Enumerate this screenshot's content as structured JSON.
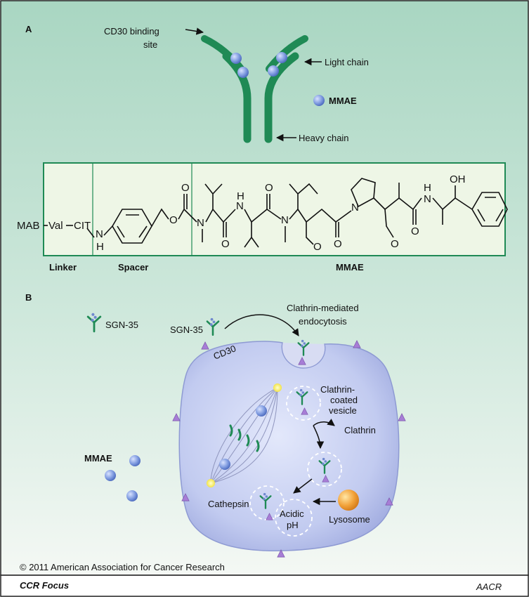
{
  "panel_a": {
    "label": "A",
    "cd30_binding_site_line1": "CD30 binding",
    "cd30_binding_site_line2": "site",
    "light_chain": "Light chain",
    "heavy_chain": "Heavy chain",
    "mmae_legend": "MMAE",
    "structure": {
      "mab": "MAB",
      "val": "Val",
      "cit": "CIT",
      "n": "N",
      "h": "H",
      "o": "O",
      "oh": "OH",
      "captions": [
        "Linker",
        "Spacer",
        "MMAE"
      ]
    }
  },
  "panel_b": {
    "label": "B",
    "sgn35_legend": "SGN-35",
    "sgn35_cell": "SGN-35",
    "cd30": "CD30",
    "endocytosis_line1": "Clathrin-mediated",
    "endocytosis_line2": "endocytosis",
    "vesicle_line1": "Clathrin-",
    "vesicle_line2": "coated",
    "vesicle_line3": "vesicle",
    "clathrin": "Clathrin",
    "mmae": "MMAE",
    "cathepsin": "Cathepsin",
    "acidic_line1": "Acidic",
    "acidic_line2": "pH",
    "lysosome": "Lysosome"
  },
  "footer": {
    "copyright": "© 2011 American Association for Cancer Research",
    "journal": "CCR Focus",
    "logo": "AACR"
  },
  "colors": {
    "antibody_green": "#1f8a55",
    "drug_blue": "#7f9be0",
    "cell_fill": "#bcc6ee",
    "receptor_purple": "#a77dd6",
    "structure_box": "#eef6e6",
    "lysosome_orange": "#f2a23a"
  }
}
